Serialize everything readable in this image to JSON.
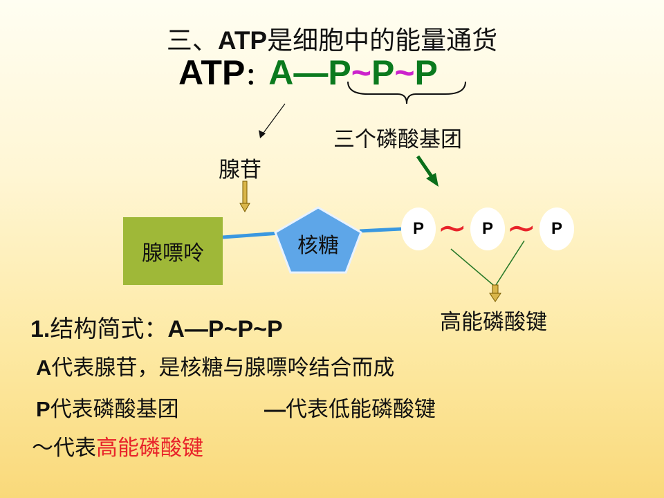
{
  "title": {
    "prefix": "三、",
    "latin": "ATP",
    "suffix": "是细胞中的能量通货"
  },
  "formula": {
    "label": "ATP",
    "colon": "：",
    "a": "A",
    "dash": "—",
    "p1": "P",
    "t1": "~",
    "p2": "P",
    "t2": "~",
    "p3": "P"
  },
  "labels": {
    "three_phosphate": "三个磷酸基团",
    "adenosine": "腺苷",
    "adenine": "腺嘌呤",
    "ribose": "核糖",
    "high_energy_bond": "高能磷酸键"
  },
  "phosphates": [
    "P",
    "P",
    "P"
  ],
  "bond_symbol": "~",
  "text": {
    "struct_num": "1.",
    "struct_label": "结构简式：",
    "struct_formula": "A—P~P~P",
    "a_letter": "A",
    "a_desc": "代表腺苷，是核糖与腺嘌呤结合而成",
    "p_letter": "P",
    "p_desc": "代表磷酸基团",
    "dash_symbol": "—",
    "dash_desc": "代表低能磷酸键",
    "tilde_symbol": "～",
    "tilde_desc_black": "代表",
    "tilde_desc_red": "高能磷酸键"
  },
  "colors": {
    "green": "#0b7a1e",
    "magenta": "#cc22cc",
    "red": "#e8232a",
    "box": "#9fb838",
    "pentagon": "#5ea6e8",
    "link": "#3a98e0"
  }
}
